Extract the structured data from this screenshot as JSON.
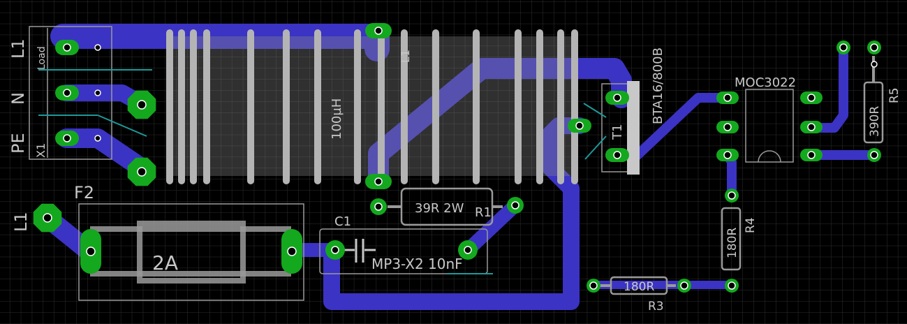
{
  "colors": {
    "background": "#000000",
    "grid": "#2e2e2e",
    "copper_bottom": "#3b33c4",
    "pad_green": "#13a81e",
    "pad_gold": "#c8a63a",
    "silkscreen": "#c8c8c8",
    "courtyard": "#9a9a9a",
    "airwire": "#1d9a9a"
  },
  "connector": {
    "labels": {
      "l1": "L1",
      "n": "N",
      "pe": "PE"
    },
    "name": "X1",
    "value": "Load"
  },
  "inductor": {
    "name": "L1",
    "value": "100µH"
  },
  "triac": {
    "name": "T1",
    "value": "BTA16/800B"
  },
  "optocoupler": {
    "value": "MOC3022"
  },
  "fuse": {
    "name": "F2",
    "value": "2A",
    "input_label": "L1"
  },
  "r1": {
    "name": "R1",
    "value": "39R 2W"
  },
  "capacitor": {
    "name": "C1",
    "value": "MP3-X2 10nF"
  },
  "r3": {
    "name": "R3",
    "value": "180R"
  },
  "r4": {
    "name": "R4",
    "value": "180R"
  },
  "r5": {
    "name": "R5",
    "value": "390R"
  }
}
